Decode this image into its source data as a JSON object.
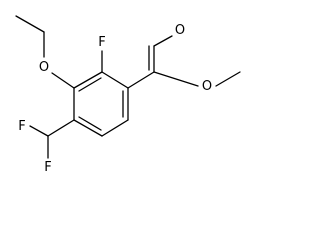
{
  "molecule": {
    "labels": {
      "ether_oxygen": "O",
      "ring_fluorine": "F",
      "carbonyl_oxygen": "O",
      "ester_oxygen": "O",
      "difluoro_f_upper": "F",
      "difluoro_f_lower": "F"
    }
  }
}
